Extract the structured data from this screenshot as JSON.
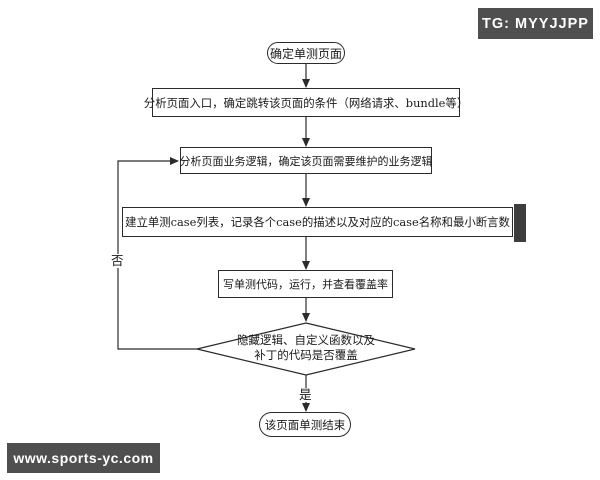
{
  "watermarks": {
    "telegram": "TG: MYYJJPP",
    "website": "www.sports-yc.com"
  },
  "flowchart": {
    "start": "确定单测页面",
    "steps": [
      "分析页面入口，确定跳转该页面的条件（网络请求、bundle等）",
      "分析页面业务逻辑，确定该页面需要维护的业务逻辑",
      "建立单测case列表，记录各个case的描述以及对应的case名称和最小断言数",
      "写单测代码，运行，并查看覆盖率"
    ],
    "decision": {
      "line1": "隐藏逻辑、自定义函数以及",
      "line2": "补丁的代码是否覆盖"
    },
    "no_label": "否",
    "yes_label": "是",
    "end": "该页面单测结束"
  },
  "colors": {
    "line": "#2b2b2b",
    "badge_bg": "#4f4f4f",
    "node_fill": "#ffffff"
  }
}
